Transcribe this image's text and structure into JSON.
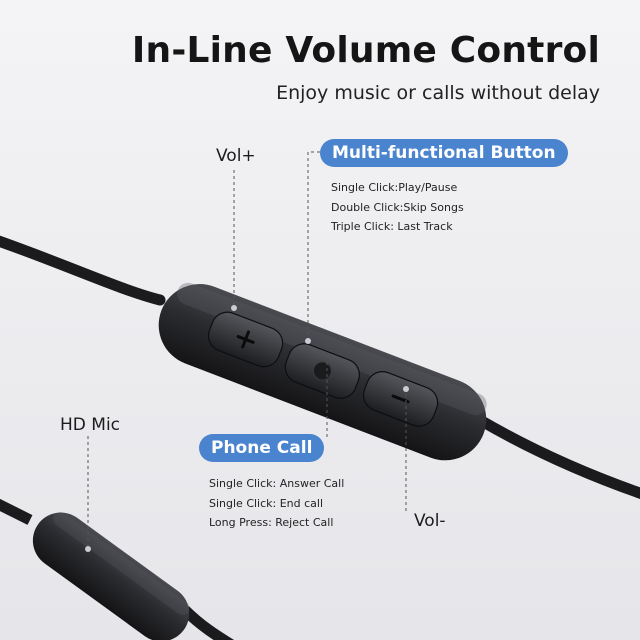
{
  "header": {
    "title": "In-Line Volume Control",
    "subtitle": "Enjoy music or calls without delay"
  },
  "callouts": {
    "vol_plus": "Vol+",
    "vol_minus": "Vol-",
    "hd_mic": "HD Mic",
    "multi_button": {
      "title": "Multi-functional Button",
      "lines": [
        "Single Click:Play/Pause",
        "Double Click:Skip Songs",
        "Triple Click: Last Track"
      ]
    },
    "phone_call": {
      "title": "Phone Call",
      "lines": [
        "Single Click: Answer Call",
        "Single Click: End call",
        "Long Press: Reject Call"
      ]
    }
  },
  "colors": {
    "accent": "#4a84cf",
    "remote_body": "#2a2b2e",
    "cable": "#1b1b1d"
  }
}
